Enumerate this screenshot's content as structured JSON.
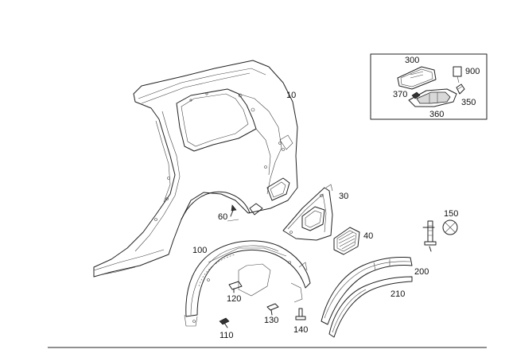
{
  "parts": [
    {
      "id": "p10",
      "number": "10"
    },
    {
      "id": "p30",
      "number": "30"
    },
    {
      "id": "p40",
      "number": "40"
    },
    {
      "id": "p60",
      "number": "60"
    },
    {
      "id": "p100",
      "number": "100"
    },
    {
      "id": "p110",
      "number": "110"
    },
    {
      "id": "p120",
      "number": "120"
    },
    {
      "id": "p130",
      "number": "130"
    },
    {
      "id": "p140",
      "number": "140"
    },
    {
      "id": "p150",
      "number": "150"
    },
    {
      "id": "p200",
      "number": "200"
    },
    {
      "id": "p210",
      "number": "210"
    },
    {
      "id": "p300",
      "number": "300"
    },
    {
      "id": "p350",
      "number": "350"
    },
    {
      "id": "p360",
      "number": "360"
    },
    {
      "id": "p370",
      "number": "370"
    },
    {
      "id": "p900",
      "number": "900"
    }
  ]
}
